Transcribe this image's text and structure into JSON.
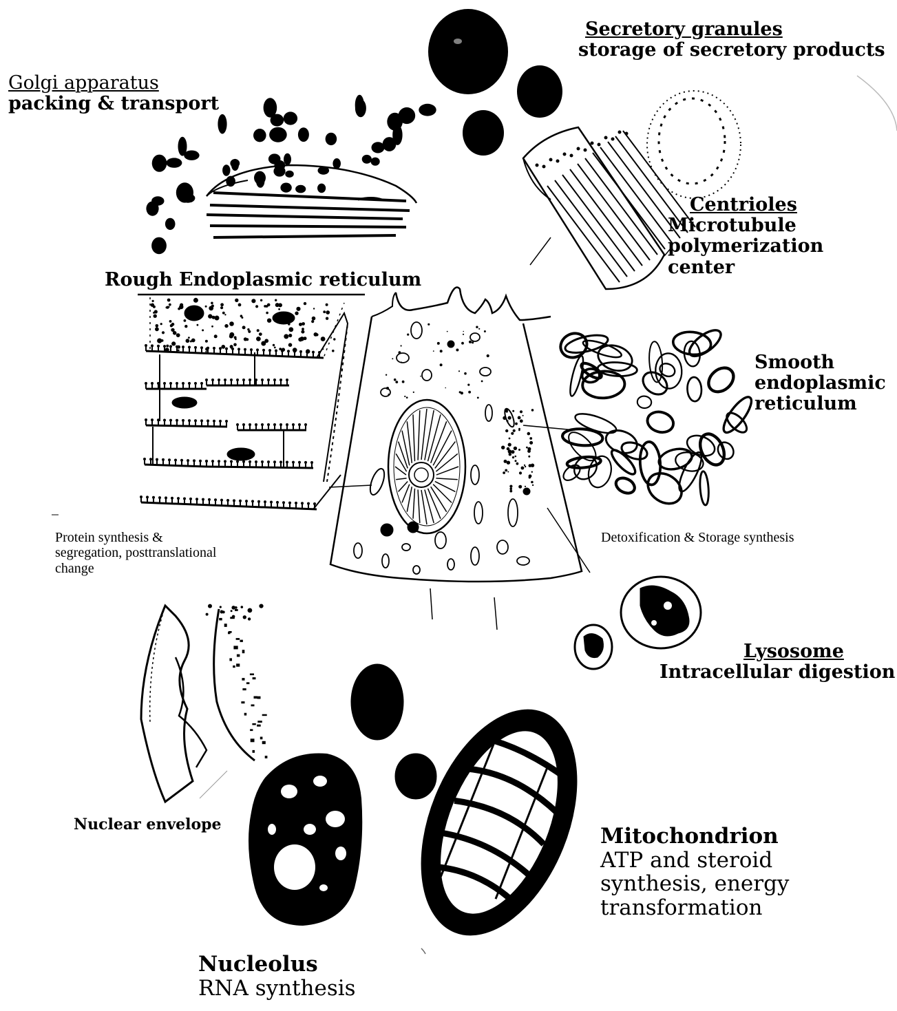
{
  "labels": {
    "golgi": {
      "name": "Golgi apparatus",
      "function": "packing & transport"
    },
    "secretory": {
      "name": "Secretory granules",
      "function": "storage of secretory products"
    },
    "centrioles": {
      "name": "Centrioles",
      "function_lines": [
        "Microtubule",
        "polymerization",
        "center"
      ]
    },
    "rough_er": {
      "name": "Rough Endoplasmic reticulum",
      "function_lines": [
        "Protein  synthesis &",
        "segregation, posttranslational",
        "change"
      ]
    },
    "smooth_er": {
      "name_lines": [
        "Smooth",
        "endoplasmic",
        "reticulum"
      ],
      "function": "Detoxification & Storage synthesis"
    },
    "lysosome": {
      "name": "Lysosome",
      "function": "Intracellular digestion"
    },
    "nuclear_envelope": {
      "name": "Nuclear envelope"
    },
    "mitochondrion": {
      "name": "Mitochondrion",
      "function_lines": [
        "ATP and steroid",
        "synthesis, energy",
        "transformation"
      ]
    },
    "nucleolus": {
      "name": "Nucleolus",
      "function": "RNA synthesis"
    }
  },
  "colors": {
    "ink": "#000000",
    "paper": "#ffffff",
    "stipple": "#1a1a1a"
  }
}
